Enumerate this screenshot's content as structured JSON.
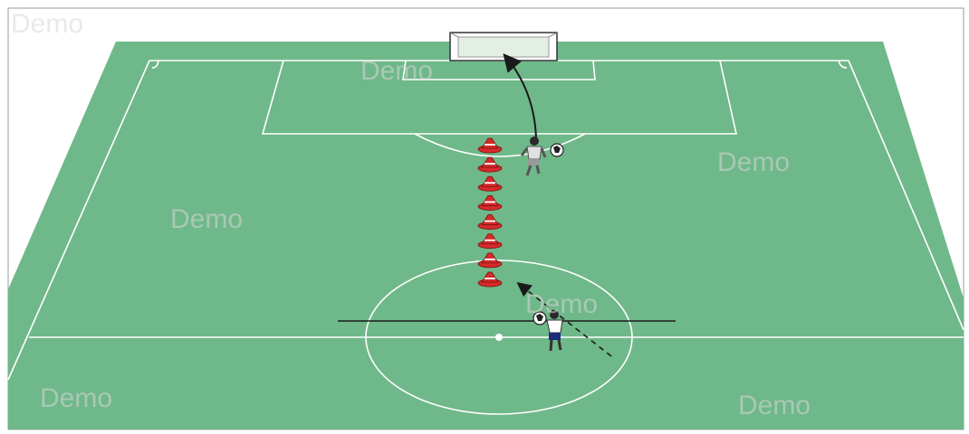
{
  "watermark": {
    "label": "Demo"
  },
  "colors": {
    "pitch": "#6fb889",
    "pitch_edge": "#5ea777",
    "lines": "#ffffff",
    "cone": "#d62a2a",
    "cone_band": "#ffffff",
    "arrow": "#1a1a1a",
    "frame": "#9a9a9a"
  },
  "drill": {
    "cone_count": 8,
    "players": [
      {
        "role": "dribbler",
        "shirt": "#ffffff",
        "shorts": "#1d2c7a"
      },
      {
        "role": "shooter",
        "shirt": "#e0e0e0",
        "shorts": "#9a9a9a"
      }
    ],
    "movements": [
      {
        "type": "dashed-run",
        "description": "player runs toward cones"
      },
      {
        "type": "solid-shot",
        "description": "shot into goal"
      }
    ]
  }
}
